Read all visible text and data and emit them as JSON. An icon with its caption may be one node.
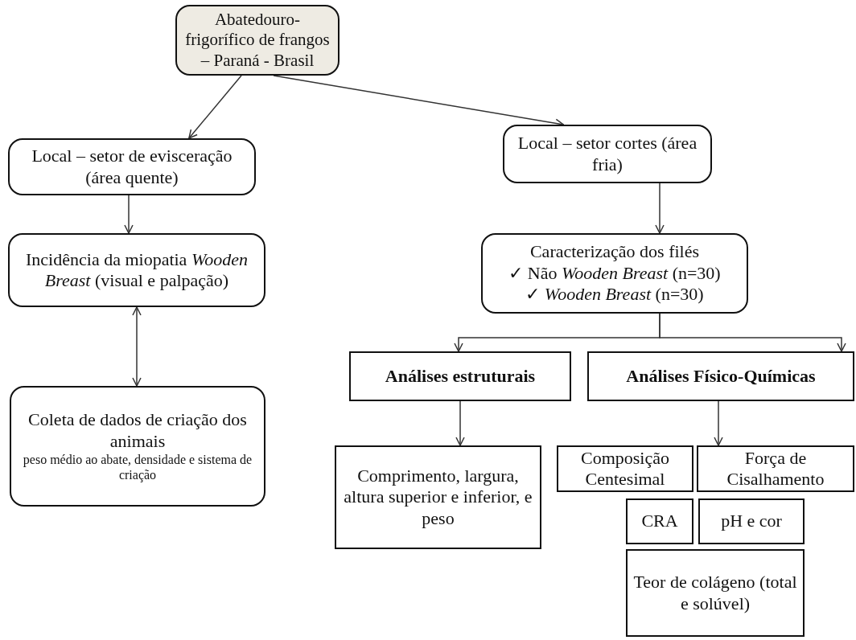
{
  "diagram": {
    "nodes": [
      {
        "text": [
          "Abatedouro-frigorífico de frangos – Paraná - Brasil"
        ]
      },
      {
        "text": [
          "Local – setor de evisceração (área quente)"
        ]
      },
      {
        "text": [
          "Local – setor cortes (área fria)"
        ]
      },
      {
        "text": [
          "Incidência da miopatia *Wooden Breast* (visual e palpação)"
        ]
      },
      {
        "text": [
          "Coleta de dados de criação dos animais",
          "peso médio ao abate, densidade e sistema de criação"
        ]
      },
      {
        "text": [
          "Caracterização dos filés",
          "✓ Não *Wooden Breast* (n=30)",
          "✓ *Wooden Breast* (n=30)"
        ]
      },
      {
        "text": [
          "Análises estruturais"
        ]
      },
      {
        "text": [
          "Análises Físico-Químicas"
        ]
      },
      {
        "text": [
          "Comprimento, largura, altura superior e inferior, e peso"
        ]
      },
      {
        "text": [
          "Composição Centesimal"
        ]
      },
      {
        "text": [
          "Força de Cisalhamento"
        ]
      },
      {
        "text": [
          "CRA"
        ]
      },
      {
        "text": [
          "pH e cor"
        ]
      },
      {
        "text": [
          "Teor de colágeno (total e solúvel)"
        ]
      }
    ],
    "edges": [
      {
        "from": 0,
        "to": 1,
        "arrow": "to"
      },
      {
        "from": 0,
        "to": 2,
        "arrow": "to"
      },
      {
        "from": 1,
        "to": 3,
        "arrow": "to"
      },
      {
        "from": 3,
        "to": 4,
        "arrow": "both"
      },
      {
        "from": 2,
        "to": 5,
        "arrow": "to"
      },
      {
        "from": 5,
        "to": 6,
        "arrow": "to"
      },
      {
        "from": 5,
        "to": 7,
        "arrow": "to"
      },
      {
        "from": 6,
        "to": 8,
        "arrow": "to"
      },
      {
        "from": 7,
        "to": 10,
        "arrow": "to"
      }
    ]
  }
}
